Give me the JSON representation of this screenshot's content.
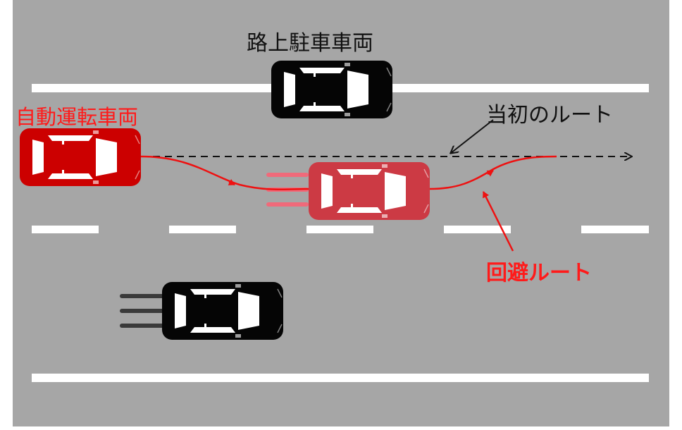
{
  "labels": {
    "parked_vehicle": "路上駐車車両",
    "autonomous_vehicle": "自動運転車両",
    "original_route": "当初のルート",
    "avoidance_route": "回避ルート"
  },
  "colors": {
    "road": "#a6a6a6",
    "lane_marking": "#ffffff",
    "autonomous_car": "#cc0000",
    "autonomous_car_ghost": "#cc3a44",
    "other_car": "#050505",
    "avoidance_route": "#ee1111",
    "original_route": "#111111"
  }
}
